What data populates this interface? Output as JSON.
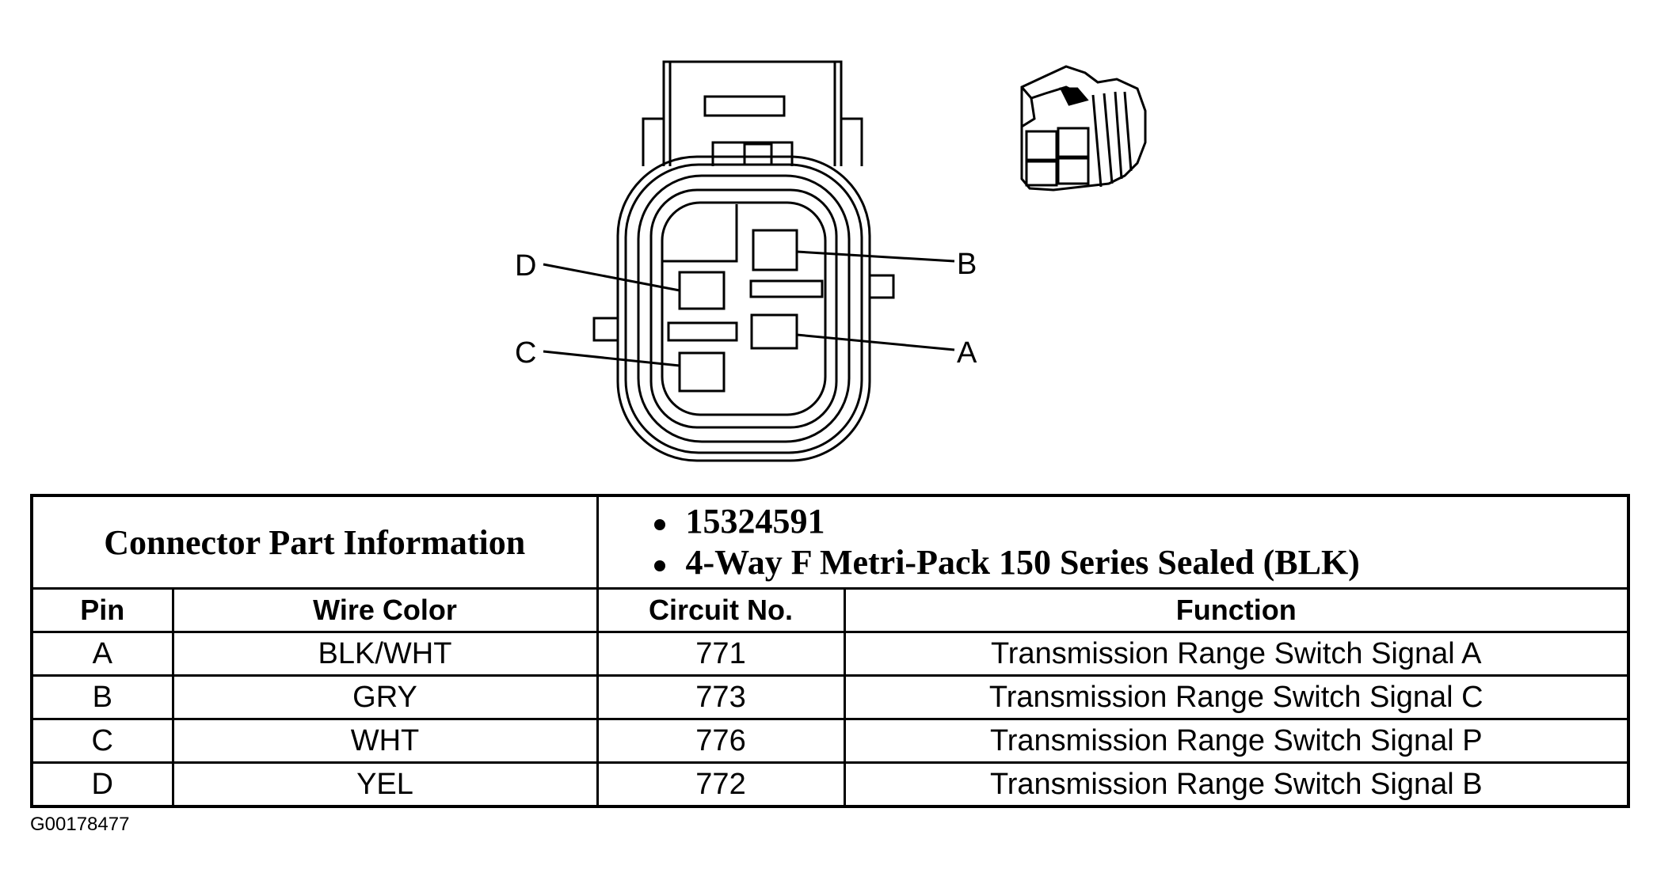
{
  "connector_part_information": {
    "header": "Connector Part Information",
    "part_number": "15324591",
    "description": "4-Way F Metri-Pack 150 Series Sealed (BLK)"
  },
  "pin_labels": {
    "a": "A",
    "b": "B",
    "c": "C",
    "d": "D"
  },
  "table": {
    "columns": [
      "Pin",
      "Wire Color",
      "Circuit No.",
      "Function"
    ],
    "rows": [
      {
        "pin": "A",
        "wire_color": "BLK/WHT",
        "circuit": "771",
        "function": "Transmission Range Switch Signal A"
      },
      {
        "pin": "B",
        "wire_color": "GRY",
        "circuit": "773",
        "function": "Transmission Range Switch Signal C"
      },
      {
        "pin": "C",
        "wire_color": "WHT",
        "circuit": "776",
        "function": "Transmission Range Switch Signal P"
      },
      {
        "pin": "D",
        "wire_color": "YEL",
        "circuit": "772",
        "function": "Transmission Range Switch Signal B"
      }
    ]
  },
  "figure_code": "G00178477"
}
